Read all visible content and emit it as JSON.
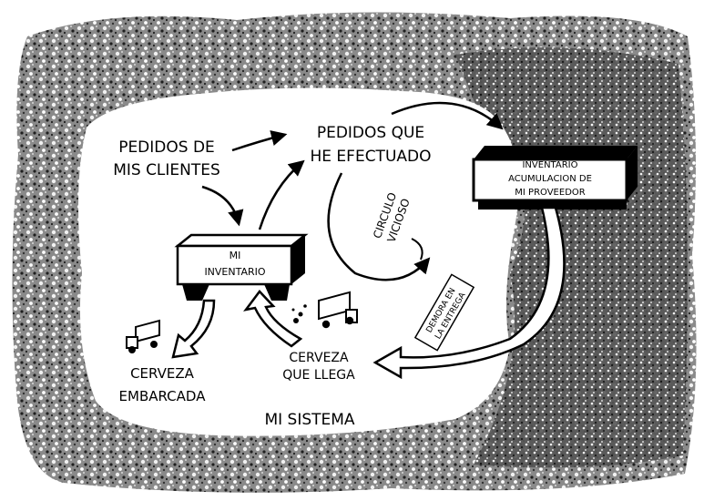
{
  "labels": {
    "pedidos_clientes_1": "PEDIDOS DE",
    "pedidos_clientes_2": "MIS CLIENTES",
    "pedidos_efectuado_1": "PEDIDOS QUE",
    "pedidos_efectuado_2": "HE EFECTUADO",
    "circulo_1": "CIRCULO",
    "circulo_2": "VICIOSO",
    "mi_inventario_1": "MI",
    "mi_inventario_2": "INVENTARIO",
    "proveedor_1": "INVENTARIO",
    "proveedor_2": "ACUMULACION DE",
    "proveedor_3": "MI PROVEEDOR",
    "demora_1": "DEMORA EN",
    "demora_2": "LA ENTREGA",
    "cerveza_llega_1": "CERVEZA",
    "cerveza_llega_2": "QUE LLEGA",
    "cerveza_embarcada_1": "CERVEZA",
    "cerveza_embarcada_2": "EMBARCADA",
    "mi_sistema": "MI SISTEMA"
  },
  "colors": {
    "ink": "#000000",
    "paper": "#ffffff",
    "speckle_dark": "#3a3a3a",
    "speckle_light": "#e8e8e8"
  },
  "icons": {
    "truck_left": "delivery-truck-icon",
    "truck_right": "delivery-truck-icon",
    "exhaust": "exhaust-puff-icon"
  }
}
